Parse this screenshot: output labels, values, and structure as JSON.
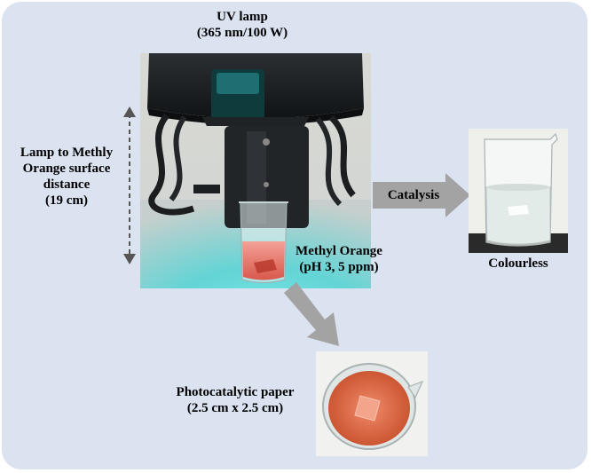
{
  "lamp": {
    "title": "UV lamp",
    "spec": "(365 nm/100 W)"
  },
  "distance": {
    "line1": "Lamp to Methly",
    "line2": "Orange surface",
    "line3": "distance",
    "line4": "(19 cm)"
  },
  "sample": {
    "line1": "Methyl Orange",
    "line2": "(pH 3, 5 ppm)"
  },
  "catalysis": {
    "label": "Catalysis"
  },
  "result": {
    "label": "Colourless"
  },
  "paper": {
    "line1": "Photocatalytic paper",
    "line2": "(2.5 cm x 2.5 cm)"
  },
  "colors": {
    "background": "#dbe3f1",
    "arrow": "#a3a3a3",
    "uv_glow": "#43d6d8",
    "methyl_orange": "#e8786e"
  }
}
